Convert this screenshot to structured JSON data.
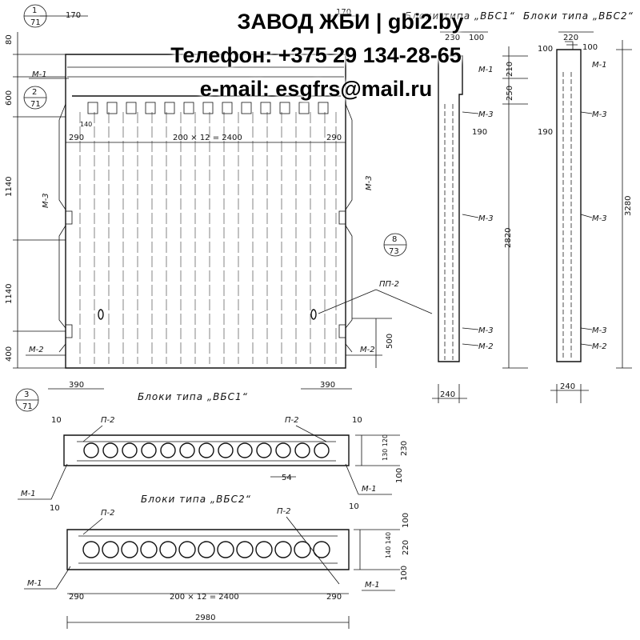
{
  "watermark": {
    "company": "ЗАВОД ЖБИ | gbi2.by",
    "phone": "Телефон: +375 29 134-28-65",
    "email": "e-mail: esgfrs@mail.ru"
  },
  "titles": {
    "front_vbs1": "Блоки типа „ВБС1“",
    "plan_vbs2": "Блоки типа „ВБС2“",
    "section_vbs1": "Блоки типа „ВБС1“",
    "section_vbs2": "Блоки типа „ВБС2“"
  },
  "callouts": {
    "c1": {
      "num": "1",
      "sheet": "71"
    },
    "c2": {
      "num": "2",
      "sheet": "71"
    },
    "c3": {
      "num": "3",
      "sheet": "71"
    },
    "c8": {
      "num": "8",
      "sheet": "73"
    }
  },
  "labels": {
    "m1": "М-1",
    "m2": "М-2",
    "m3": "М-3",
    "p2": "П-2",
    "pp2": "ПП-2"
  },
  "dimensions": {
    "d170a": "170",
    "d170b": "170",
    "d80": "80",
    "d600": "600",
    "d1140a": "1140",
    "d1140b": "1140",
    "d400": "400",
    "d290a": "290",
    "d290b": "290",
    "d140": "140",
    "pitch": "200 × 12 = 2400",
    "d500": "500",
    "d390a": "390",
    "d390b": "390",
    "s1_230": "230",
    "s1_100": "100",
    "s1_210": "210",
    "s1_250": "250",
    "s1_190": "190",
    "s1_2820": "2820",
    "s1_240": "240",
    "s2_220": "220",
    "s2_100": "100",
    "s2_100b": "100",
    "s2_190": "190",
    "s2_3280": "3280",
    "s2_240": "240",
    "p1_10a": "10",
    "p1_10b": "10",
    "p1_230": "230",
    "p1_100": "100",
    "p1_130": "130 120",
    "p1_54": "54",
    "p2_10a": "10",
    "p2_10b": "10",
    "p2_100a": "100",
    "p2_220": "220",
    "p2_100b": "100",
    "p2_140": "140 140",
    "p2_290a": "290",
    "p2_290b": "290",
    "p2_pitch": "200 × 12 = 2400",
    "p2_2980": "2980"
  }
}
